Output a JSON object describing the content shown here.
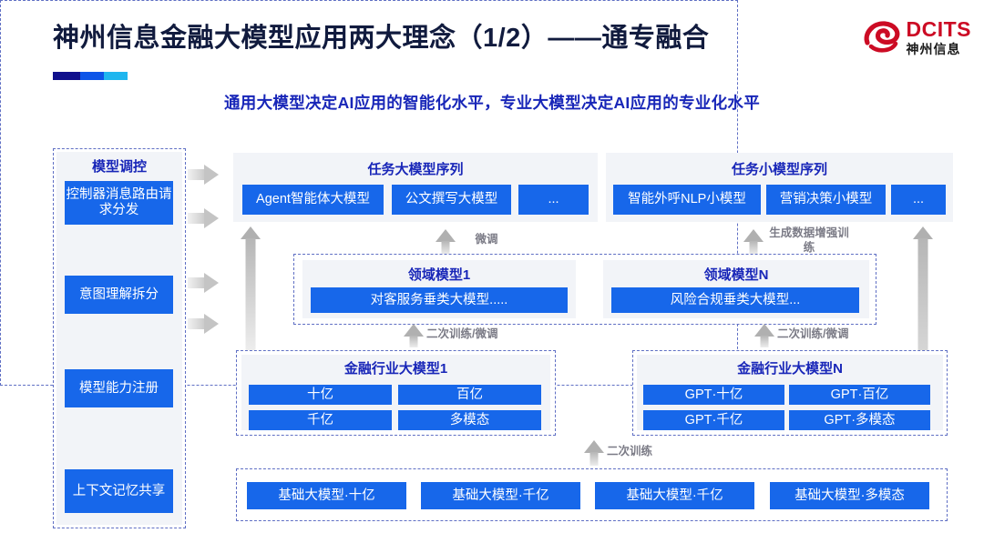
{
  "header": {
    "title": "神州信息金融大模型应用两大理念（1/2）——通专融合",
    "subtitle": "通用大模型决定AI应用的智能化水平，专业大模型决定AI应用的专业化水平",
    "logo_en": "DCITS",
    "logo_cn": "神州信息",
    "accent_navy": "#10108c",
    "accent_blue": "#0d55e8",
    "accent_cyan": "#1fb6ef",
    "logo_red": "#cc0b24",
    "title_color": "#111b3e",
    "subtitle_color": "#1826b8"
  },
  "left_column": {
    "title": "模型调控",
    "items": [
      {
        "label": "控制器消息路由请求分发"
      },
      {
        "label": "意图理解拆分"
      },
      {
        "label": "模型能力注册"
      },
      {
        "label": "上下文记忆共享"
      }
    ]
  },
  "task_large": {
    "title": "任务大模型序列",
    "items": [
      "Agent智能体大模型",
      "公文撰写大模型",
      "..."
    ]
  },
  "task_small": {
    "title": "任务小模型序列",
    "items": [
      "智能外呼NLP小模型",
      "营销决策小模型",
      "..."
    ]
  },
  "domain_models": [
    {
      "title": "领域模型1",
      "item": "对客服务垂类大模型....."
    },
    {
      "title": "领域模型N",
      "item": "风险合规垂类大模型..."
    }
  ],
  "industry_models": [
    {
      "title": "金融行业大模型1",
      "items": [
        "十亿",
        "百亿",
        "千亿",
        "多模态"
      ]
    },
    {
      "title": "金融行业大模型N",
      "items": [
        "GPT·十亿",
        "GPT·百亿",
        "GPT·千亿",
        "GPT·多模态"
      ]
    }
  ],
  "base_models": [
    "基础大模型·十亿",
    "基础大模型·千亿",
    "基础大模型·千亿",
    "基础大模型·多模态"
  ],
  "arrow_labels": {
    "finetune": "微调",
    "data_aug": "生成数据增强训练",
    "retrain_finetune_left": "二次训练/微调",
    "retrain_finetune_right": "二次训练/微调",
    "retrain": "二次训练"
  }
}
